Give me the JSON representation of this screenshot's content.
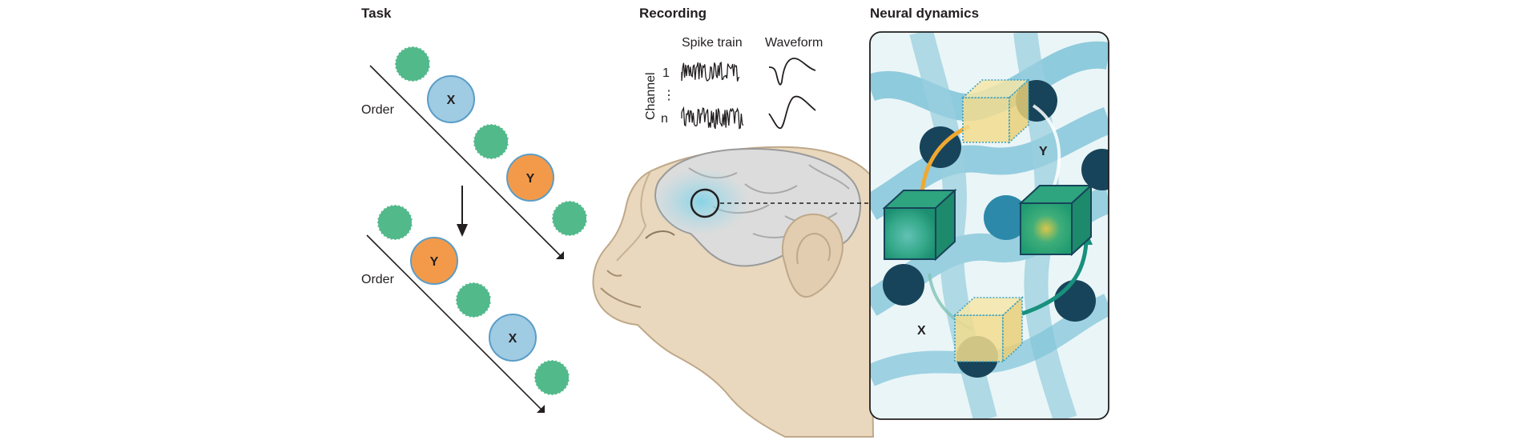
{
  "headings": {
    "task": "Task",
    "recording": "Recording",
    "neural_dynamics": "Neural dynamics"
  },
  "task": {
    "order_label": "Order",
    "stimulus_x": "X",
    "stimulus_y": "Y"
  },
  "recording": {
    "spike_train_label": "Spike train",
    "waveform_label": "Waveform",
    "channel_label": "Channel",
    "channel_first": "1",
    "channel_ellipsis": "⋮",
    "channel_last": "n"
  },
  "dynamics": {
    "state_y": "Y",
    "state_x": "X"
  },
  "colors": {
    "green_dot": "#52b98a",
    "x_fill": "#9fcbe3",
    "y_fill": "#f39a4a",
    "panel_bg": "#eaf5f7",
    "ridge": "#7ec3d8",
    "node_dark": "#17445a",
    "arrow_orange": "#f0a830",
    "arrow_teal": "#18907d"
  }
}
